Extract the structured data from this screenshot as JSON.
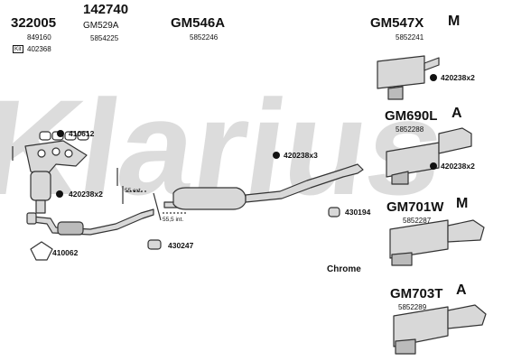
{
  "watermark": "Klarius",
  "header": {
    "set_code": "322005",
    "set_sub": "849160",
    "kit_badge": "Kit",
    "kit_number": "402368",
    "part_142740": "142740",
    "part_142740_ref": "GM529A",
    "part_142740_sub": "5854225",
    "part_gm546a": "GM546A",
    "part_gm546a_sub": "5852246"
  },
  "left_labels": {
    "clamp_410612": "410612",
    "bolts_420238x2": "420238x2",
    "ext_55": "55 ext.",
    "int_55_5": "55,5 int.",
    "gasket_410062": "410062",
    "hanger_430247": "430247",
    "bolts_420238x3": "420238x3",
    "hanger_430194": "430194",
    "chrome": "Chrome"
  },
  "variants": [
    {
      "code": "GM547X",
      "sub": "5852241",
      "badge": "M",
      "bolts": "420238x2"
    },
    {
      "code": "GM690L",
      "sub": "5852288",
      "badge": "A",
      "bolts": "420238x2"
    },
    {
      "code": "GM701W",
      "sub": "5852287",
      "badge": "M"
    },
    {
      "code": "GM703T",
      "sub": "5852289",
      "badge": "A"
    }
  ],
  "colors": {
    "part_fill": "#d8d8d8",
    "stroke": "#333333",
    "watermark": "#dcdcdc"
  }
}
